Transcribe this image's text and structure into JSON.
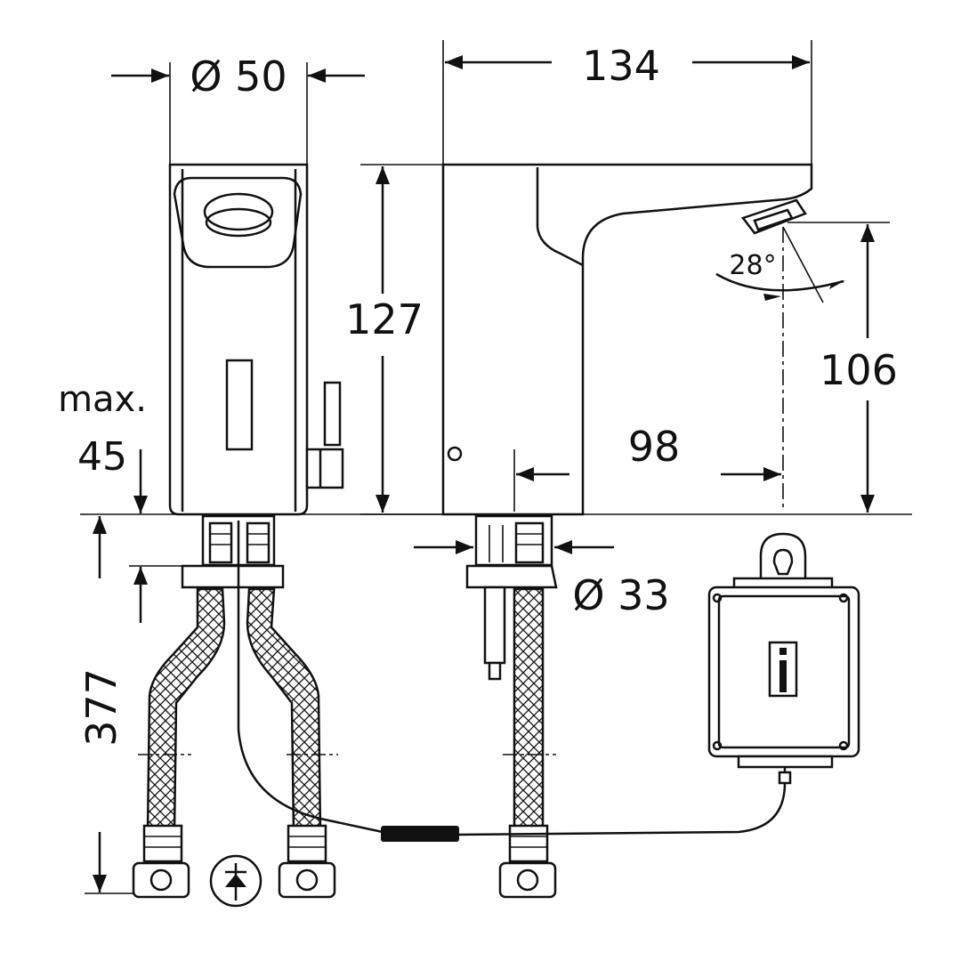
{
  "dimensions": {
    "body_diameter": "Ø 50",
    "total_depth": "134",
    "height": "127",
    "spout_height": "106",
    "spout_reach": "98",
    "spray_angle": "28°",
    "max_label": "max.",
    "max_value": "45",
    "hose_length": "377",
    "shank_diameter": "Ø 33"
  },
  "colors": {
    "line": "#111111",
    "background": "#ffffff",
    "cable_sleeve": "#111111"
  },
  "icons": [
    "check-valve-symbol-icon",
    "control-box-logo-icon",
    "mounting-hole-icon"
  ]
}
